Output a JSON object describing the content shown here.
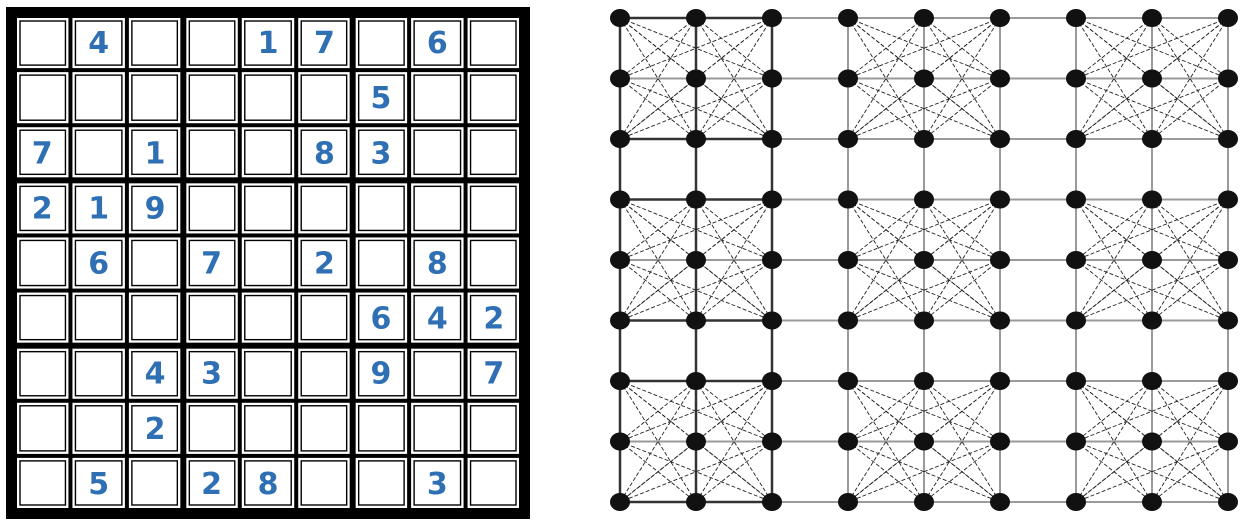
{
  "sudoku": {
    "grid": [
      [
        "",
        "4",
        "",
        "",
        "1",
        "7",
        "",
        "6",
        ""
      ],
      [
        "",
        "",
        "",
        "",
        "",
        "",
        "5",
        "",
        ""
      ],
      [
        "7",
        "",
        "1",
        "",
        "",
        "8",
        "3",
        "",
        ""
      ],
      [
        "2",
        "1",
        "9",
        "",
        "",
        "",
        "",
        "",
        ""
      ],
      [
        "",
        "6",
        "",
        "7",
        "",
        "2",
        "",
        "8",
        ""
      ],
      [
        "",
        "",
        "",
        "",
        "",
        "",
        "6",
        "4",
        "2"
      ],
      [
        "",
        "",
        "4",
        "3",
        "",
        "",
        "9",
        "",
        "7"
      ],
      [
        "",
        "",
        "2",
        "",
        "",
        "",
        "",
        "",
        ""
      ],
      [
        "",
        "5",
        "",
        "2",
        "8",
        "",
        "",
        "3",
        ""
      ]
    ],
    "digit_color": "#2f6fb3",
    "line_color": "#000000"
  },
  "graph": {
    "rows": 9,
    "cols": 9,
    "node_color": "#111111",
    "edge_color": "#222222",
    "grid_line_color": "#9a9a9a"
  }
}
